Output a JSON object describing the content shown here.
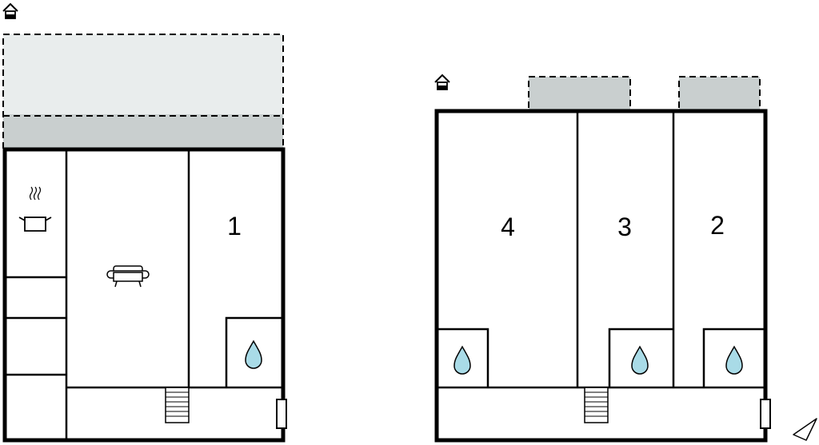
{
  "floor_plans": [
    {
      "id": "ground-floor",
      "room_numbers": [
        "1"
      ],
      "icons": [
        "house-icon",
        "cooking-pot-icon",
        "sofa-icon",
        "water-drop-icon",
        "stairs-icon",
        "door-icon"
      ]
    },
    {
      "id": "upper-floor",
      "room_numbers": [
        "4",
        "3",
        "2"
      ],
      "icons": [
        "house-icon",
        "water-drop-icon",
        "water-drop-icon",
        "water-drop-icon",
        "stairs-icon",
        "door-icon"
      ]
    }
  ],
  "compass": "north-arrow-icon",
  "colors": {
    "wall": "#000000",
    "terrace_fill": "#c9cfcf",
    "terrace_light_fill": "#e9eded",
    "water_drop": "#a9dbe7",
    "background": "#ffffff"
  }
}
